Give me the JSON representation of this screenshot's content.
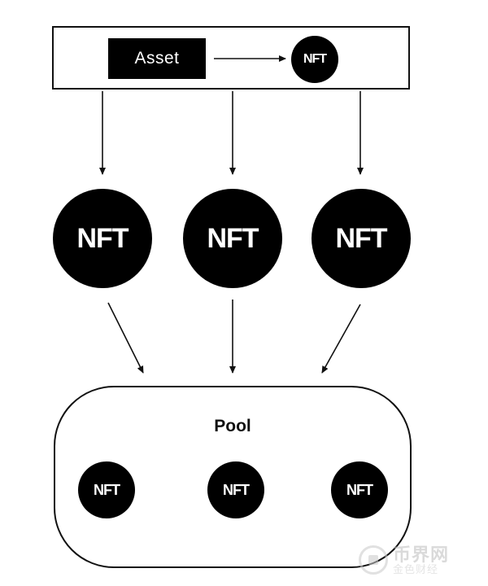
{
  "top": {
    "asset_label": "Asset",
    "nft_label": "NFT"
  },
  "nfts": [
    {
      "label": "NFT"
    },
    {
      "label": "NFT"
    },
    {
      "label": "NFT"
    }
  ],
  "pool": {
    "title": "Pool",
    "items": [
      {
        "label": "NFT"
      },
      {
        "label": "NFT"
      },
      {
        "label": "NFT"
      }
    ]
  },
  "watermark": {
    "line1": "币界网",
    "line2": "金色财经",
    "logo_icon": "bitcoin-circle-icon"
  },
  "colors": {
    "fill": "#000000",
    "stroke": "#111111",
    "background": "#ffffff"
  }
}
